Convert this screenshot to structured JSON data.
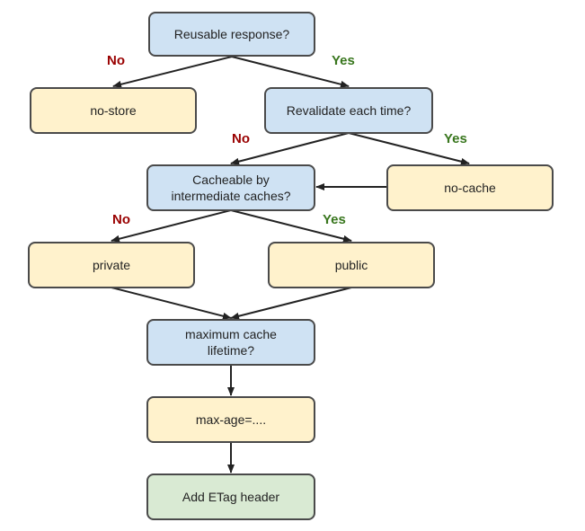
{
  "colors": {
    "question_fill": "#cfe2f3",
    "outcome_fill": "#fff2cc",
    "final_fill": "#d9ead3",
    "border": "#4a4a4a",
    "arrow": "#222222",
    "no_label": "#990000",
    "yes_label": "#38761d"
  },
  "nodes": {
    "reusable": "Reusable response?",
    "no_store": "no-store",
    "revalidate": "Revalidate each time?",
    "cacheable": "Cacheable by\nintermediate caches?",
    "no_cache": "no-cache",
    "private": "private",
    "public": "public",
    "max_lifetime": "maximum cache\nlifetime?",
    "max_age": "max-age=....",
    "etag": "Add ETag header"
  },
  "labels": {
    "no_reusable": "No",
    "yes_reusable": "Yes",
    "no_revalidate": "No",
    "yes_revalidate": "Yes",
    "no_cacheable": "No",
    "yes_cacheable": "Yes"
  }
}
